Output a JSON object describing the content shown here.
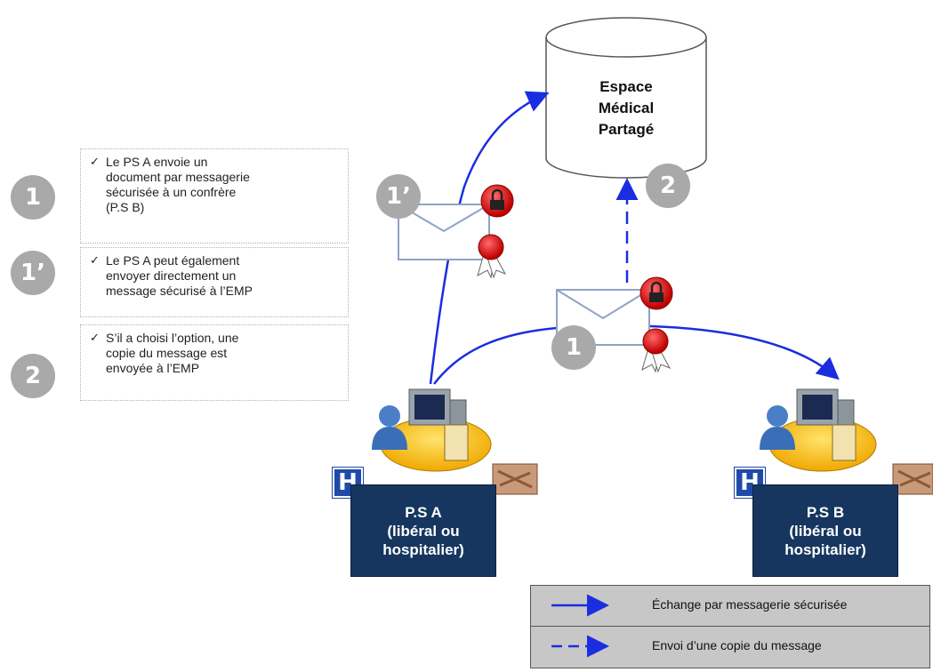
{
  "storage": {
    "lines": [
      "Espace",
      "Médical",
      "Partagé"
    ]
  },
  "steps": [
    {
      "badge": "1",
      "check": "✓",
      "lines": [
        "Le PS A envoie un",
        "document par messagerie",
        "sécurisée à un confrère",
        "(P.S B)"
      ]
    },
    {
      "badge": "1’",
      "check": "✓",
      "lines": [
        "Le PS A peut également",
        "envoyer directement un",
        "message sécurisé à l’EMP"
      ]
    },
    {
      "badge": "2",
      "check": "✓",
      "lines": [
        "S’il a choisi l’option, une",
        "copie du message est",
        "envoyée à l’EMP"
      ]
    }
  ],
  "diagram_badges": {
    "b1prime": "1’",
    "b2": "2",
    "b1": "1"
  },
  "ps_a": {
    "h": "H",
    "lines": [
      "P.S A",
      "(libéral ou",
      "hospitalier)"
    ]
  },
  "ps_b": {
    "h": "H",
    "lines": [
      "P.S B",
      "(libéral ou",
      "hospitalier)"
    ]
  },
  "legend": {
    "solid_label": "Échange par messagerie sécurisée",
    "dashed_label": "Envoi d’une copie du message"
  },
  "colors": {
    "arrow": "#1a2ee0",
    "ps_box": "#16365f",
    "badge": "#a9a9a9",
    "legend_bg": "#c7c7c7"
  }
}
